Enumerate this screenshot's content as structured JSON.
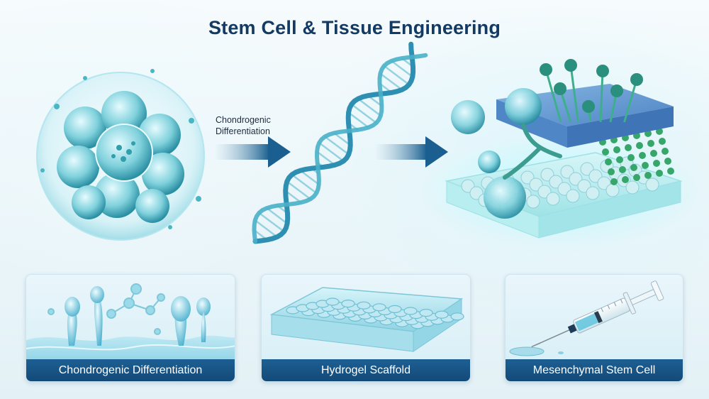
{
  "title": "Stem Cell & Tissue Engineering",
  "hero": {
    "arrow_label_line1": "Chondrogenic",
    "arrow_label_line2": "Differentiation"
  },
  "panels": [
    {
      "caption": "Chondrogenic Differentiation",
      "icon": "water-droplets-icon"
    },
    {
      "caption": "Hydrogel Scaffold",
      "icon": "well-plate-icon"
    },
    {
      "caption": "Mesenchymal Stem Cell",
      "icon": "syringe-icon"
    }
  ],
  "colors": {
    "title": "#123a63",
    "caption_bar": "#1a5a8c",
    "arrow": "#1a5f8f",
    "cell_teal": "#3fb3bf",
    "scaffold_blue": "#5d93cf"
  }
}
